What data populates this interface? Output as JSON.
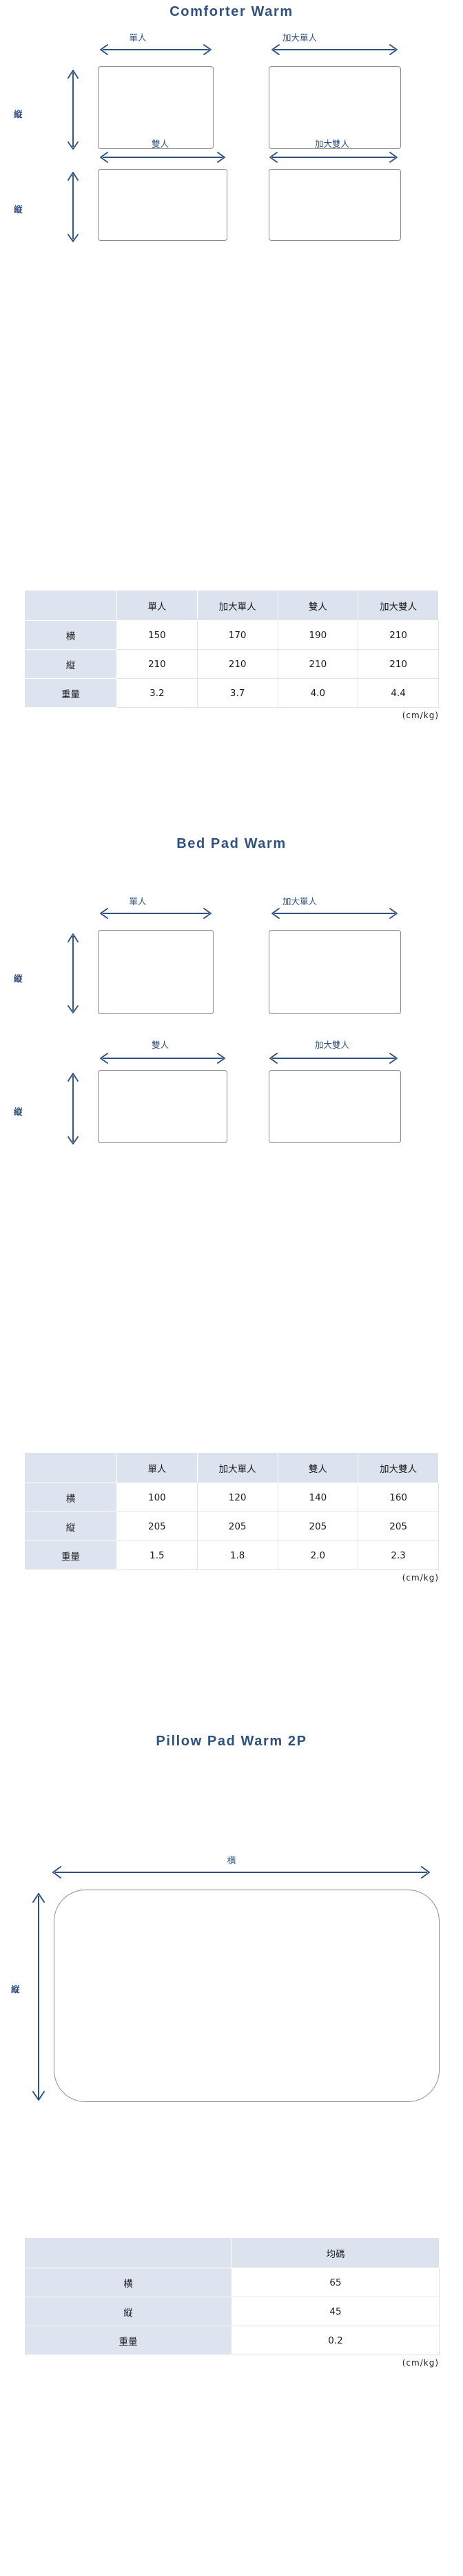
{
  "unit_note": "(cm/kg)",
  "axis_labels": {
    "width": "横",
    "height": "縦"
  },
  "sections": [
    {
      "title": "Comforter Warm",
      "diagram_rows": [
        {
          "labels": [
            "單人",
            "加大單人"
          ]
        },
        {
          "labels": [
            "雙人",
            "加大雙人"
          ]
        }
      ],
      "vertical_label": "縦",
      "table": {
        "corner": "",
        "columns": [
          "單人",
          "加大單人",
          "雙人",
          "加大雙人"
        ],
        "rows": [
          {
            "label": "横",
            "values": [
              "150",
              "170",
              "190",
              "210"
            ]
          },
          {
            "label": "縦",
            "values": [
              "210",
              "210",
              "210",
              "210"
            ]
          },
          {
            "label": "重量",
            "values": [
              "3.2",
              "3.7",
              "4.0",
              "4.4"
            ]
          }
        ]
      }
    },
    {
      "title": "Bed Pad Warm",
      "diagram_rows": [
        {
          "labels": [
            "單人",
            "加大單人"
          ]
        },
        {
          "labels": [
            "雙人",
            "加大雙人"
          ]
        }
      ],
      "vertical_label": "縦",
      "table": {
        "corner": "",
        "columns": [
          "單人",
          "加大單人",
          "雙人",
          "加大雙人"
        ],
        "rows": [
          {
            "label": "横",
            "values": [
              "100",
              "120",
              "140",
              "160"
            ]
          },
          {
            "label": "縦",
            "values": [
              "205",
              "205",
              "205",
              "205"
            ]
          },
          {
            "label": "重量",
            "values": [
              "1.5",
              "1.8",
              "2.0",
              "2.3"
            ]
          }
        ]
      }
    },
    {
      "title": "Pillow Pad Warm 2P",
      "width_label": "横",
      "vertical_label": "縦",
      "table": {
        "corner": "",
        "columns": [
          "均碼"
        ],
        "rows": [
          {
            "label": "横",
            "values": [
              "65"
            ]
          },
          {
            "label": "縦",
            "values": [
              "45"
            ]
          },
          {
            "label": "重量",
            "values": [
              "0.2"
            ]
          }
        ]
      }
    }
  ],
  "colors": {
    "accent": "#2e5180",
    "box_stroke": "#8c8c8c",
    "table_header_bg": "#dce3ef",
    "table_rowhead_bg": "#dde4f0"
  }
}
